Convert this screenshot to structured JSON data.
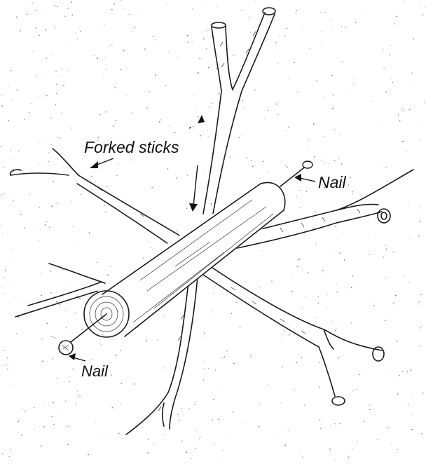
{
  "labels": {
    "forked_sticks": "Forked sticks",
    "nail_right": "Nail",
    "nail_left": "Nail"
  },
  "colors": {
    "ink": "#1a1a1a",
    "paper": "#ffffff"
  }
}
